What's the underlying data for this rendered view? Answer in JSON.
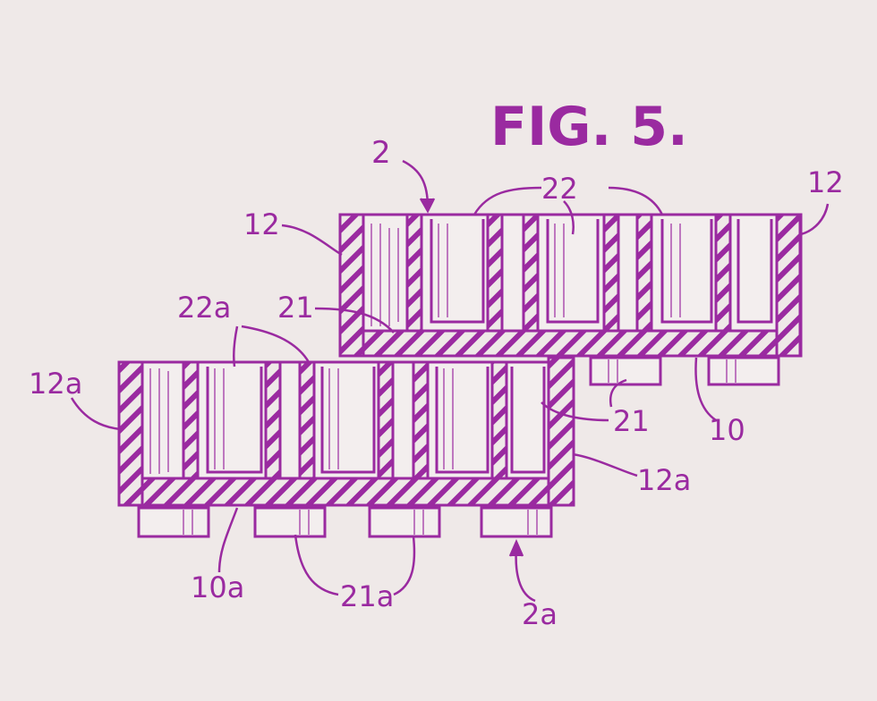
{
  "figure": {
    "title": "FIG. 5.",
    "ink_color": "#9a2aa0",
    "background_color": "#efe9e8"
  },
  "labels": {
    "ref_2": "2",
    "ref_22": "22",
    "ref_12_left": "12",
    "ref_12_right": "12",
    "ref_21_top": "21",
    "ref_22a": "22a",
    "ref_12a_left": "12a",
    "ref_21_right": "21",
    "ref_10": "10",
    "ref_12a_right": "12a",
    "ref_10a": "10a",
    "ref_21a": "21a",
    "ref_2a": "2a"
  }
}
